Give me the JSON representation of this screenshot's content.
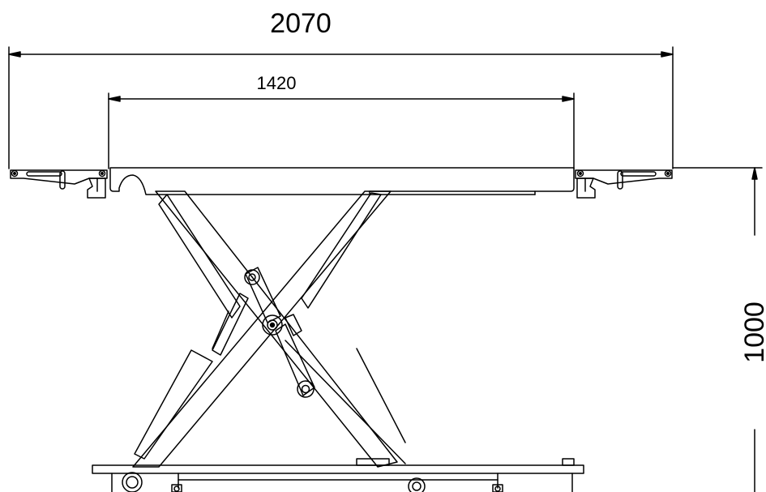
{
  "drawing": {
    "dimensions": {
      "overall_width": "2070",
      "platform_width": "1420",
      "height": "1000"
    }
  }
}
